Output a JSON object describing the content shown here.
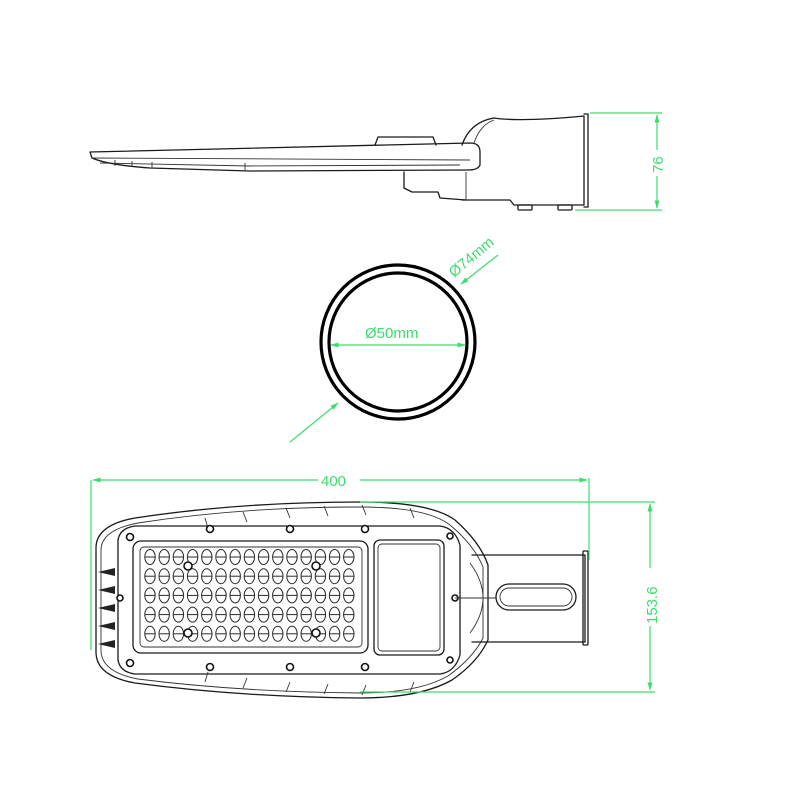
{
  "drawing": {
    "title": "Street light fixture dimension drawing",
    "colors": {
      "line": "#1a1a1a",
      "dimension": "#3ddc6e",
      "background": "#ffffff"
    },
    "side_view": {
      "height_label": "76"
    },
    "pole_section": {
      "outer_diameter_label": "Ø74mm",
      "inner_diameter_label": "Ø50mm"
    },
    "bottom_view": {
      "length_label": "400",
      "width_label": "153.6",
      "led_grid": {
        "columns": 15,
        "rows": 5
      }
    }
  }
}
